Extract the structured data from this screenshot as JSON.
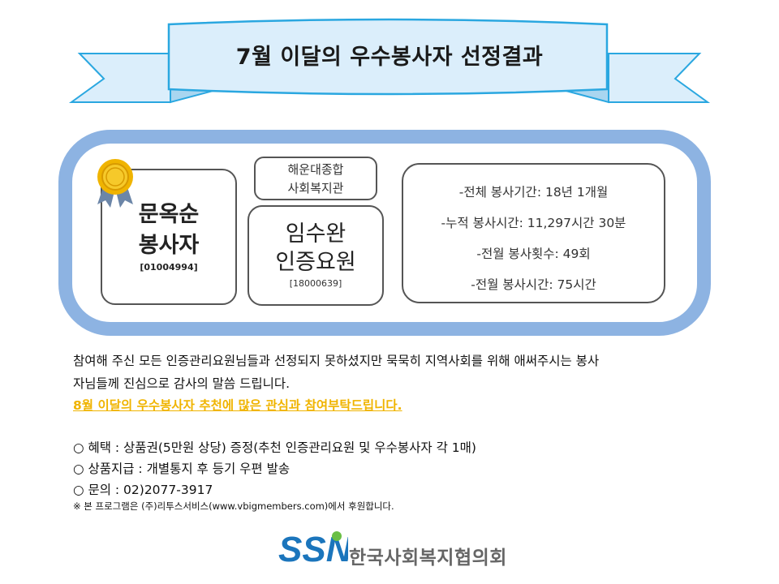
{
  "banner": {
    "title": "7월 이달의 우수봉사자 선정결과"
  },
  "winner": {
    "name_line1": "문옥순",
    "name_line2": "봉사자",
    "id": "[01004994]"
  },
  "organization": {
    "line1": "해운대종합",
    "line2": "사회복지관"
  },
  "recommender": {
    "name_line1": "임수완",
    "name_line2": "인증요원",
    "id": "[18000639]"
  },
  "stats": [
    "-전체 봉사기간: 18년 1개월",
    "-누적  봉사시간:  11,297시간  30분",
    "-전월 봉사횟수: 49회",
    "-전월 봉사시간: 75시간"
  ],
  "message": {
    "line1": "참여해 주신 모든 인증관리요원님들과 선정되지 못하셨지만 묵묵히 지역사회를 위해 애써주시는 봉사",
    "line2": "자님들께 진심으로 감사의 말씀 드립니다.",
    "highlight": "8월 이달의 우수봉사자 추천에 많은 관심과 참여부탁드립니다."
  },
  "info": {
    "benefit": "○ 혜택 : 상품권(5만원 상당) 증정(추천 인증관리요원 및 우수봉사자 각 1매)",
    "delivery": "○ 상품지급 : 개별통지 후 등기 우편 발송",
    "contact": "○ 문의 : 02)2077-3917",
    "sponsor": "※ 본 프로그램은 (주)리투스서비스(www.vbigmembers.com)에서 후원합니다."
  },
  "footer": {
    "logo_text": "SSN",
    "org_name": "한국사회복지협의회"
  },
  "colors": {
    "banner_fill": "#dbeefb",
    "banner_stroke": "#2aa7e0",
    "panel_border": "#8db3e2",
    "highlight": "#f0b400",
    "logo_blue": "#1b75bc",
    "logo_green": "#6abf45"
  }
}
